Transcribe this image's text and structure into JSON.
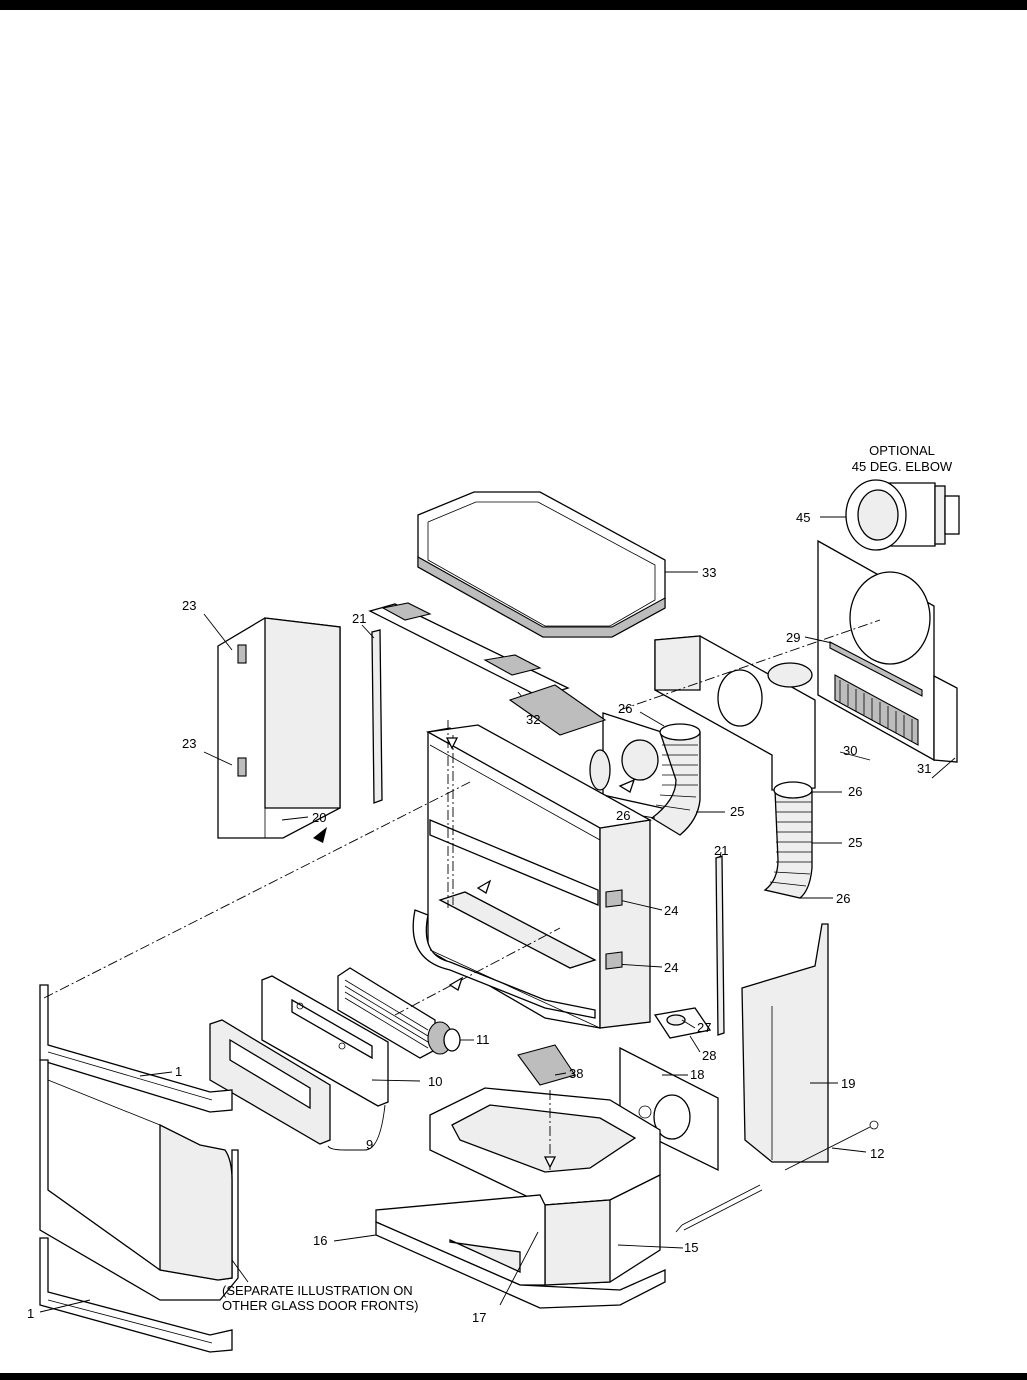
{
  "header_note": {
    "line1": "OPTIONAL",
    "line2": "45 DEG. ELBOW"
  },
  "footer_note": {
    "line1": "(SEPARATE ILLUSTRATION ON",
    "line2": "OTHER GLASS DOOR FRONTS)"
  },
  "labels": {
    "l1a": "1",
    "l1b": "1",
    "l9": "9",
    "l10": "10",
    "l11": "11",
    "l12": "12",
    "l15": "15",
    "l16": "16",
    "l17": "17",
    "l18": "18",
    "l19": "19",
    "l20": "20",
    "l21a": "21",
    "l21b": "21",
    "l23a": "23",
    "l23b": "23",
    "l24a": "24",
    "l24b": "24",
    "l25a": "25",
    "l25b": "25",
    "l26a": "26",
    "l26b": "26",
    "l26c": "26",
    "l26d": "26",
    "l27": "27",
    "l28": "28",
    "l29": "29",
    "l30": "30",
    "l31": "31",
    "l32": "32",
    "l33": "33",
    "l38": "38",
    "l45": "45"
  }
}
